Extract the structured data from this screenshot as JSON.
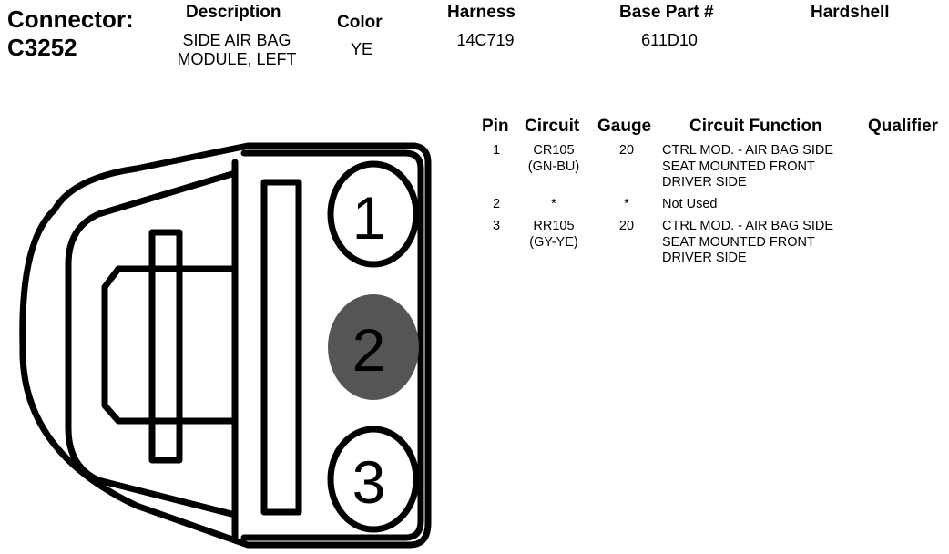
{
  "connector": {
    "label": "Connector:",
    "id": "C3252"
  },
  "header": {
    "description_label": "Description",
    "description_line1": "SIDE AIR BAG",
    "description_line2": "MODULE, LEFT",
    "color_label": "Color",
    "color_value": "YE",
    "harness_label": "Harness",
    "harness_value": "14C719",
    "base_part_label": "Base Part #",
    "base_part_value": "611D10",
    "hardshell_label": "Hardshell"
  },
  "pin_table": {
    "columns": [
      "Pin",
      "Circuit",
      "Gauge",
      "Circuit Function",
      "Qualifier"
    ],
    "rows": [
      {
        "pin": "1",
        "circuit": "CR105",
        "circuit_color": "(GN-BU)",
        "gauge": "20",
        "function": [
          "CTRL MOD. - AIR BAG SIDE",
          "SEAT MOUNTED FRONT",
          "DRIVER SIDE"
        ]
      },
      {
        "pin": "2",
        "circuit": "*",
        "circuit_color": "",
        "gauge": "*",
        "function": [
          "Not Used"
        ]
      },
      {
        "pin": "3",
        "circuit": "RR105",
        "circuit_color": "(GY-YE)",
        "gauge": "20",
        "function": [
          "CTRL MOD. - AIR BAG SIDE",
          "SEAT MOUNTED FRONT",
          "DRIVER SIDE"
        ]
      }
    ]
  },
  "diagram": {
    "pin_labels": [
      "1",
      "2",
      "3"
    ],
    "unused_pin_fill": "#555555"
  }
}
